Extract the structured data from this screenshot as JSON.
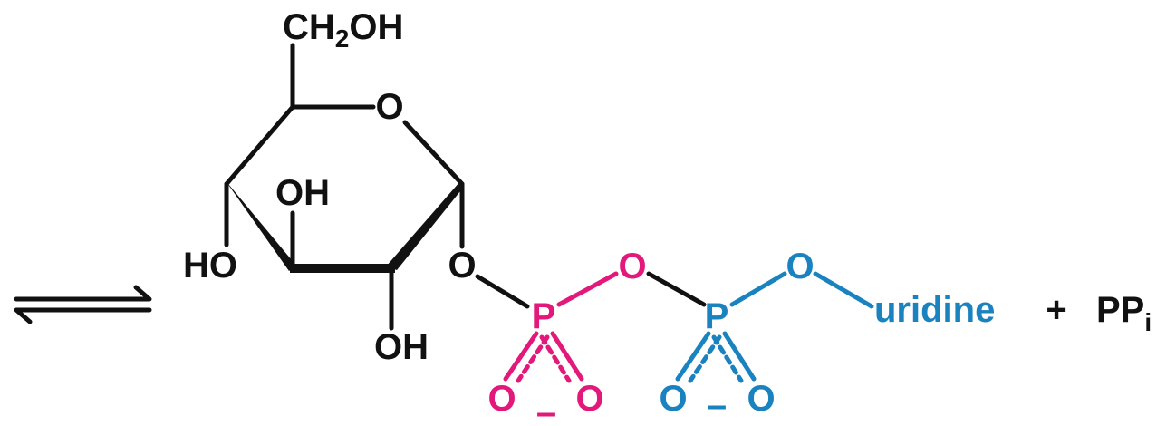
{
  "arrow": {
    "symbol": "equilibrium"
  },
  "sugar": {
    "ch2oh_prefix": "CH",
    "ch2oh_sub": "2",
    "ch2oh_suffix": "OH",
    "ring_oxygen": "O",
    "oh_upper": "OH",
    "ho_left": "HO",
    "oh_lower": "OH",
    "anomeric_oxygen": "O"
  },
  "phosphate_1": {
    "atom": "P",
    "bridge_oxygen": "O",
    "oxygen_left": "O",
    "oxygen_right": "O",
    "charge": "–"
  },
  "phosphate_2": {
    "atom": "P",
    "ester_oxygen": "O",
    "oxygen_left": "O",
    "oxygen_right": "O",
    "charge": "–"
  },
  "nucleoside": "uridine",
  "plus": "+",
  "byproduct": {
    "base": "PP",
    "sub": "i"
  },
  "colors": {
    "black": "#111111",
    "magenta": "#e2187a",
    "blue": "#1a83bf"
  }
}
